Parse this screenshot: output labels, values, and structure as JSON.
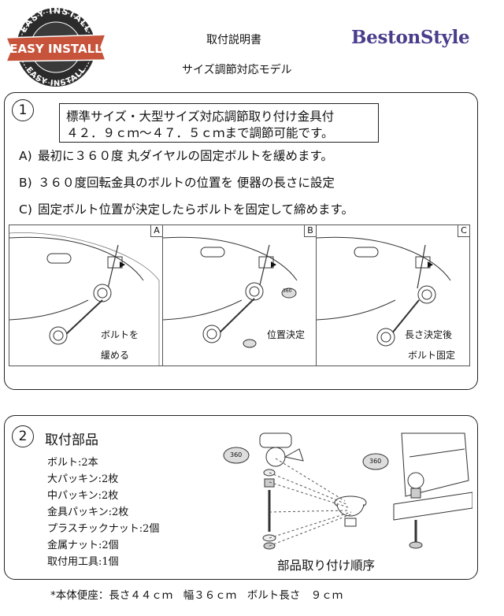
{
  "badge": {
    "top_text": "EASY INSTALL",
    "ribbon_text": "EASY INSTALL",
    "bottom_text": "EASY INSTALL",
    "color": "#c6533a"
  },
  "header": {
    "title": "取付説明書",
    "subtitle": "サイズ調節対応モデル",
    "brand": "BestonStyle",
    "brand_color": "#4a3d8c"
  },
  "section1": {
    "number": "1",
    "title_line1": "標準サイズ・大型サイズ対応調節取り付け金具付",
    "title_line2": "４２．９ｃｍ～４７．５ｃｍまで調節可能です。",
    "steps": [
      {
        "label": "A)",
        "text": "最初に３６０度 丸ダイヤルの固定ボルトを緩めます。"
      },
      {
        "label": "B)",
        "text": "３６０度回転金具のボルトの位置を 便器の長さに設定"
      },
      {
        "label": "C)",
        "text": "固定ボルト位置が決定したらボルトを固定して締めます。"
      }
    ],
    "panels": [
      {
        "letter": "A",
        "caption_line1": "ボルトを",
        "caption_line2": "緩める"
      },
      {
        "letter": "B",
        "caption_line1": "位置決定",
        "caption_line2": ""
      },
      {
        "letter": "C",
        "caption_line1": "長さ決定後",
        "caption_line2": "ボルト固定"
      }
    ],
    "dial_label": "360"
  },
  "section2": {
    "number": "2",
    "title": "取付部品",
    "parts": [
      "ボルト:2本",
      "大パッキン:2枚",
      "中パッキン:2枚",
      "金具パッキン:2枚",
      "プラスチックナット:2個",
      "金属ナット:2個",
      "取付用工具:1個"
    ],
    "dial_label": "360",
    "order_caption": "部品取り付け順序"
  },
  "footer": {
    "text": "*本体便座：長さ４４ｃｍ　幅３６ｃｍ　ボルト長さ　９ｃｍ"
  }
}
